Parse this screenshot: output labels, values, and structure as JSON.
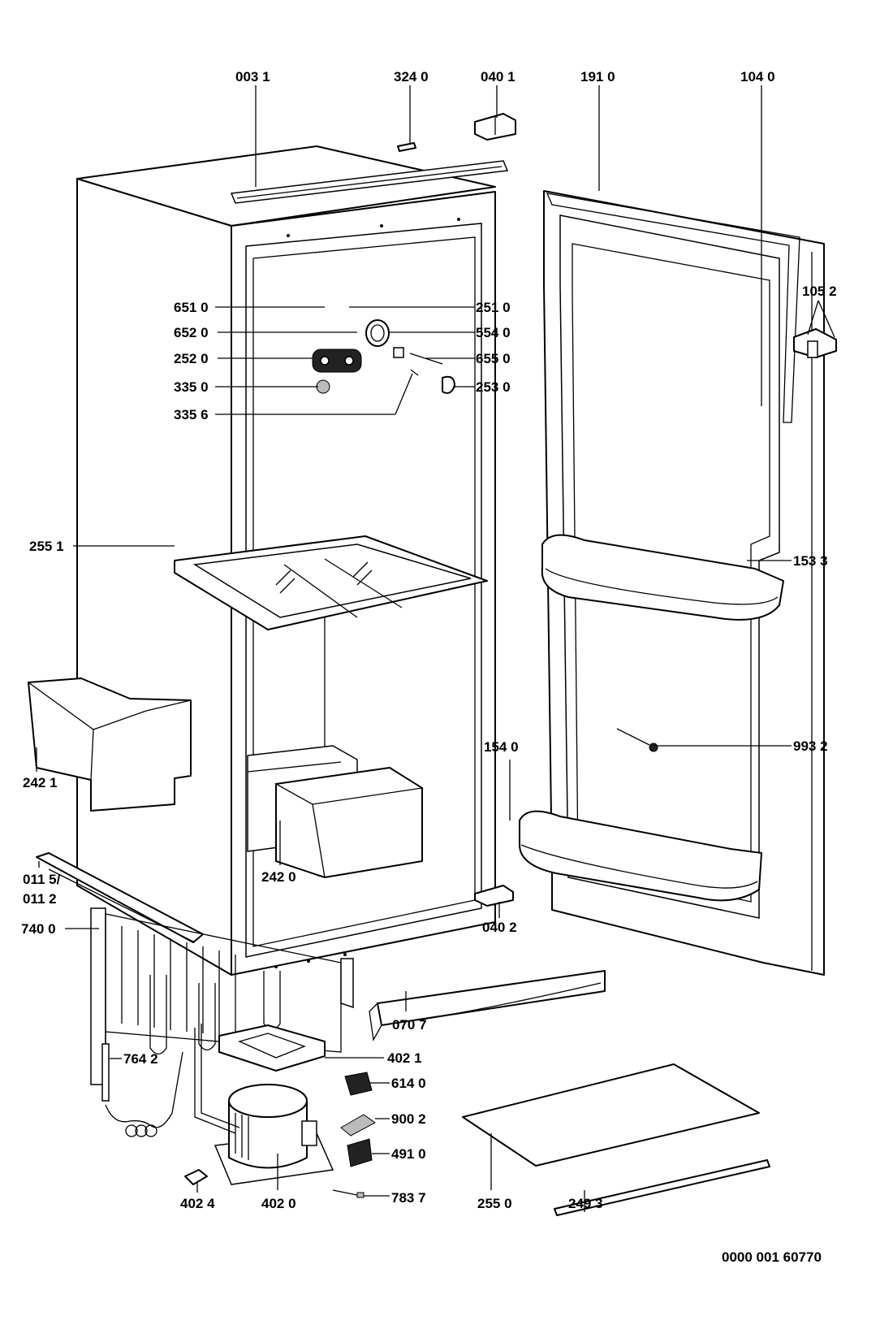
{
  "document_id": "0000 001 60770",
  "callouts": [
    {
      "id": "c-003-1",
      "text": "003 1"
    },
    {
      "id": "c-324-0",
      "text": "324 0"
    },
    {
      "id": "c-040-1",
      "text": "040 1"
    },
    {
      "id": "c-191-0",
      "text": "191 0"
    },
    {
      "id": "c-104-0",
      "text": "104 0"
    },
    {
      "id": "c-105-2",
      "text": "105 2"
    },
    {
      "id": "c-651-0",
      "text": "651 0"
    },
    {
      "id": "c-652-0",
      "text": "652 0"
    },
    {
      "id": "c-252-0",
      "text": "252 0"
    },
    {
      "id": "c-335-0",
      "text": "335 0"
    },
    {
      "id": "c-335-6",
      "text": "335 6"
    },
    {
      "id": "c-251-0",
      "text": "251 0"
    },
    {
      "id": "c-554-0",
      "text": "554 0"
    },
    {
      "id": "c-655-0",
      "text": "655 0"
    },
    {
      "id": "c-253-0",
      "text": "253 0"
    },
    {
      "id": "c-255-1",
      "text": "255 1"
    },
    {
      "id": "c-153-3",
      "text": "153 3"
    },
    {
      "id": "c-993-2",
      "text": "993 2"
    },
    {
      "id": "c-154-0",
      "text": "154 0"
    },
    {
      "id": "c-242-1",
      "text": "242 1"
    },
    {
      "id": "c-242-0",
      "text": "242 0"
    },
    {
      "id": "c-011-5",
      "text": "011 5/"
    },
    {
      "id": "c-011-2",
      "text": "011 2"
    },
    {
      "id": "c-740-0",
      "text": "740 0"
    },
    {
      "id": "c-040-2",
      "text": "040 2"
    },
    {
      "id": "c-070-7",
      "text": "070 7"
    },
    {
      "id": "c-764-2",
      "text": "764 2"
    },
    {
      "id": "c-402-1",
      "text": "402 1"
    },
    {
      "id": "c-614-0",
      "text": "614 0"
    },
    {
      "id": "c-900-2",
      "text": "900 2"
    },
    {
      "id": "c-491-0",
      "text": "491 0"
    },
    {
      "id": "c-783-7",
      "text": "783 7"
    },
    {
      "id": "c-402-4",
      "text": "402 4"
    },
    {
      "id": "c-402-0",
      "text": "402 0"
    },
    {
      "id": "c-255-0",
      "text": "255 0"
    },
    {
      "id": "c-249-3",
      "text": "249 3"
    }
  ]
}
